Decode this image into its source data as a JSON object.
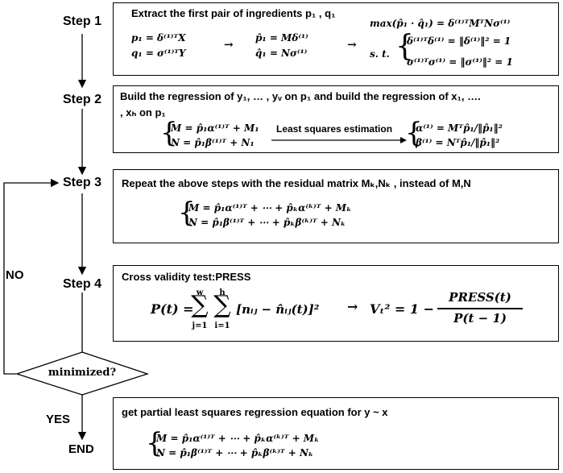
{
  "steps": [
    "Step 1",
    "Step 2",
    "Step 3",
    "Step 4"
  ],
  "box1": {
    "title": "Extract the first pair of ingredients p₁ , q₁",
    "eq_p1": "p₁ = δ⁽¹⁾ᵀX",
    "eq_q1": "q₁ = σ⁽¹⁾ᵀY",
    "eq_p1hat": "p̂₁ = Mδ⁽¹⁾",
    "eq_q1hat": "q̂₁ = Nσ⁽¹⁾",
    "eq_max": "max(p̂₁ · q̂₁) = δ⁽¹⁾ᵀMᵀNσ⁽¹⁾",
    "st": "s. t.",
    "con1": "δ⁽¹⁾ᵀδ⁽¹⁾ = ‖δ⁽¹⁾‖² = 1",
    "con2": "σ⁽¹⁾ᵀσ⁽¹⁾ = ‖σ⁽¹⁾‖² = 1"
  },
  "box2": {
    "title_line1": "Build the regression of y₁, … , yᵥ on p₁ and build the regression of x₁, ….",
    "title_line2": ", xₕ on p₁",
    "eq_m": "M = p̂₁α⁽¹⁾ᵀ + M₁",
    "eq_n": "N = p̂₁β⁽¹⁾ᵀ + N₁",
    "lse": "Least squares estimation",
    "eq_alpha": "α⁽¹⁾ = Mᵀp̂₁/‖p̂₁‖²",
    "eq_beta": "β⁽¹⁾ = Nᵀp̂₁/‖p̂₁‖²"
  },
  "box3": {
    "title": "Repeat the above steps with the residual matrix Mₖ,Nₖ , instead of M,N",
    "eq_m": "M = p̂₁α⁽¹⁾ᵀ + ⋯ + p̂ₖα⁽ᵏ⁾ᵀ + Mₖ",
    "eq_n": "N = p̂₁β⁽¹⁾ᵀ + ⋯ + p̂ₖβ⁽ᵏ⁾ᵀ + Nₖ"
  },
  "box4": {
    "title": "Cross validity test:PRESS",
    "eq_press_lhs": "P(t) =",
    "sum_w": "w",
    "sum_j": "j=1",
    "sum_h": "h",
    "sum_i": "i=1",
    "eq_press_body": "[nᵢⱼ − n̂ᵢⱼ(t)]²",
    "eq_v_lhs": "Vₜ² = 1 −",
    "eq_v_num": "PRESS(t)",
    "eq_v_den": "P(t − 1)"
  },
  "decision": "minimized?",
  "no_label": "NO",
  "yes_label": "YES",
  "end_label": "END",
  "box5": {
    "title": "get partial least squares regression equation for y ~ x",
    "eq_m": "M = p̂₁α⁽¹⁾ᵀ + ⋯ + p̂ₖα⁽ᵏ⁾ᵀ + Mₖ",
    "eq_n": "N = p̂₁β⁽¹⁾ᵀ + ⋯ + p̂ₖβ⁽ᵏ⁾ᵀ + Nₖ"
  }
}
